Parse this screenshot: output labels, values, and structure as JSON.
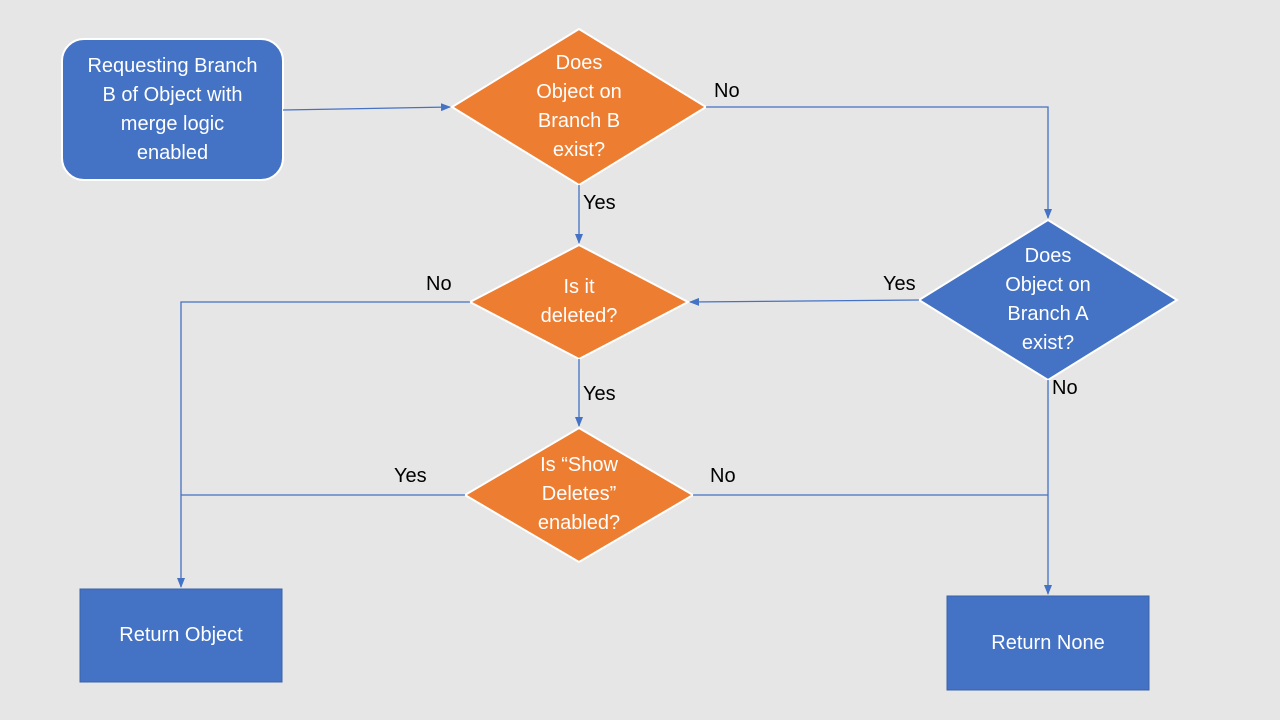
{
  "colors": {
    "blue": "#4472c4",
    "orange": "#ed7d31",
    "background": "#e7e6e6"
  },
  "nodes": {
    "start": "Requesting Branch\nB of Object with\nmerge logic\nenabled",
    "branch_b_exists": "Does\nObject on\nBranch B\nexist?",
    "is_deleted": "Is it\ndeleted?",
    "branch_a_exists": "Does\nObject on\nBranch A\nexist?",
    "show_deletes": "Is “Show\nDeletes”\nenabled?",
    "return_object": "Return Object",
    "return_none": "Return None"
  },
  "edge_labels": {
    "b_no": "No",
    "b_yes": "Yes",
    "a_yes": "Yes",
    "a_no": "No",
    "deleted_no": "No",
    "deleted_yes": "Yes",
    "show_yes": "Yes",
    "show_no": "No"
  }
}
